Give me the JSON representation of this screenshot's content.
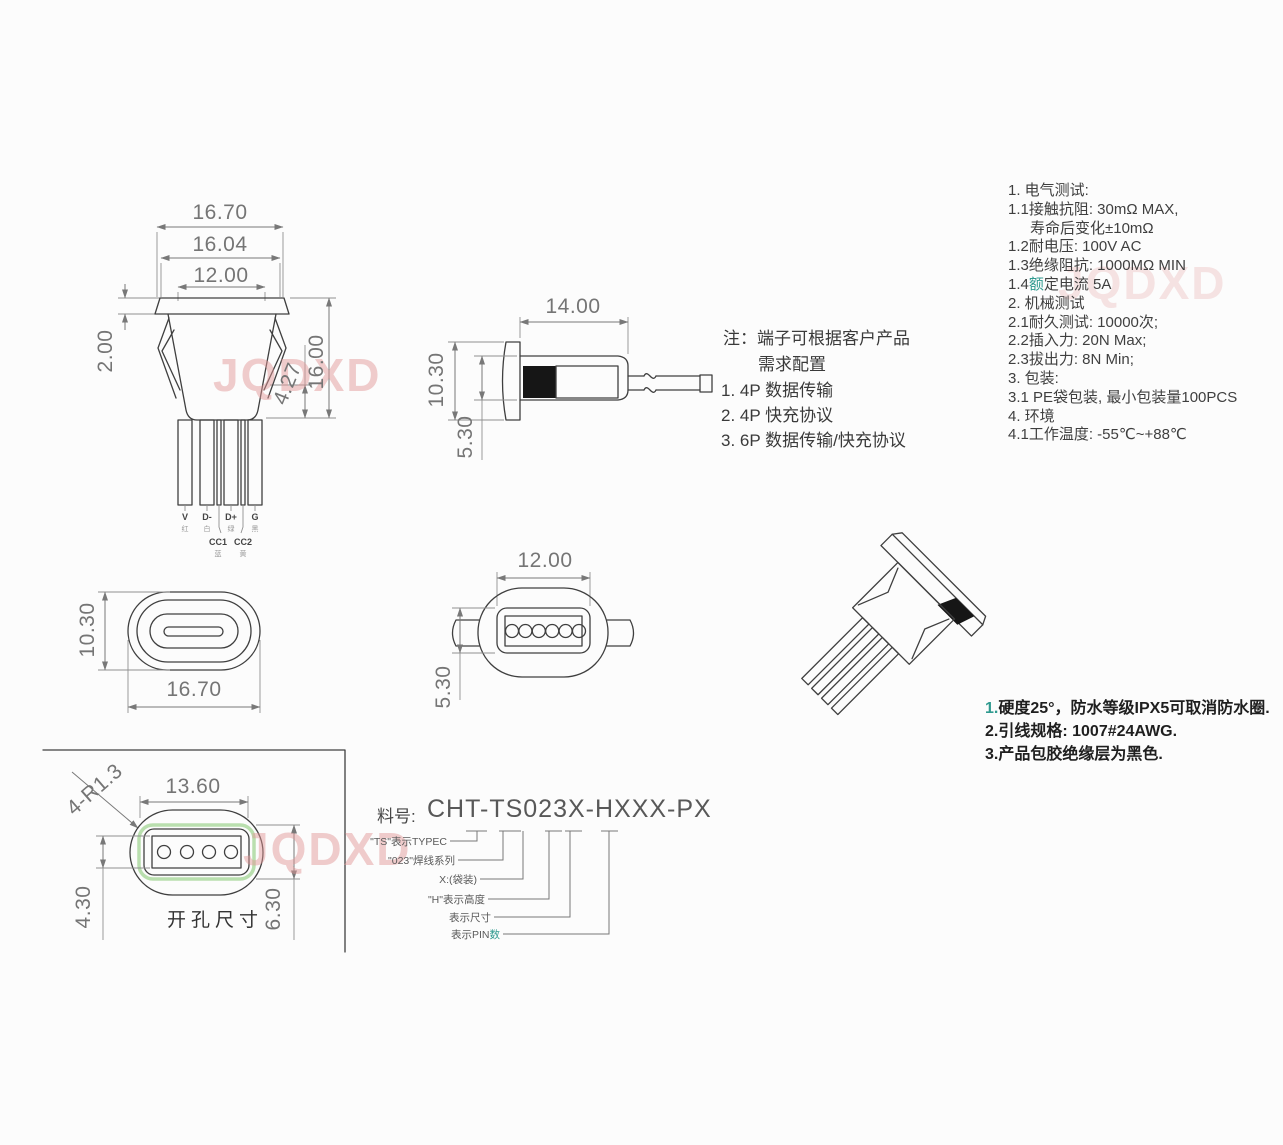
{
  "watermark": {
    "text": "JQDXD",
    "color": "#e296961"
  },
  "colors": {
    "accent_teal": "#2f9a8f",
    "highlight_green": "#b9dfae",
    "watermark_pink": "#e29696",
    "line": "#3f3f3f"
  },
  "front_view": {
    "dim_16_70": "16.70",
    "dim_16_04": "16.04",
    "dim_12_00": "12.00",
    "dim_2_00": "2.00",
    "dim_4_27": "4.27",
    "dim_16_00": "16.00",
    "pin1": {
      "label": "V",
      "sub": "红"
    },
    "pin2": {
      "label": "D-",
      "sub": "白"
    },
    "pin3": {
      "label": "D+",
      "sub": "绿"
    },
    "pin4": {
      "label": "G",
      "sub": "黑"
    },
    "cc1": {
      "label": "CC1",
      "sub": "蓝"
    },
    "cc2": {
      "label": "CC2",
      "sub": "黄"
    }
  },
  "side_view": {
    "dim_14_00": "14.00",
    "dim_10_30": "10.30",
    "dim_5_30": "5.30"
  },
  "config_note": {
    "title1": "注：端子可根据客户产品",
    "title2": "需求配置",
    "item1": "1. 4P 数据传输",
    "item2": "2. 4P 快充协议",
    "item3": "3. 6P 数据传输/快充协议"
  },
  "specs": {
    "l01": "1. 电气测试:",
    "l02": "1.1接触抗阻: 30mΩ MAX,",
    "l03": "寿命后变化±10mΩ",
    "l04": "1.2耐电压: 100V AC",
    "l05": "1.3绝缘阻抗: 1000MΩ MIN",
    "l06a": "1.4",
    "l06b": "额",
    "l06c": "定电流 5A",
    "l07": "2. 机械测试",
    "l08": "2.1耐久测试: 10000次;",
    "l09": "2.2插入力: 20N Max;",
    "l10": "2.3拔出力: 8N Min;",
    "l11": "3. 包装:",
    "l12": "3.1 PE袋包装, 最小包装量100PCS",
    "l13": "4. 环境",
    "l14": "4.1工作温度: -55℃~+88℃"
  },
  "rear_view": {
    "dim_10_30": "10.30",
    "dim_16_70": "16.70"
  },
  "bottom_view": {
    "dim_12_00": "12.00",
    "dim_5_30": "5.30"
  },
  "cutout_view": {
    "radius_label": "4-R1.3",
    "dim_13_60": "13.60",
    "dim_4_30": "4.30",
    "dim_6_30": "6.30",
    "caption": "开孔尺寸"
  },
  "part_number": {
    "label": "料号:",
    "code": "CHT-TS023X-HXXX-PX",
    "c1": "\"TS\"表示TYPEC",
    "c2": "\"023\"焊线系列",
    "c3": "X:(袋装)",
    "c4": "\"H\"表示高度",
    "c5": "表示尺寸",
    "c6a": "表示PIN",
    "c6b": "数"
  },
  "footnotes": {
    "n1a": "1.",
    "n1b": "硬度25°，防水等级IPX5可取消防水圈.",
    "n2": "2.引线规格: 1007#24AWG.",
    "n3": "3.产品包胶绝缘层为黑色."
  }
}
